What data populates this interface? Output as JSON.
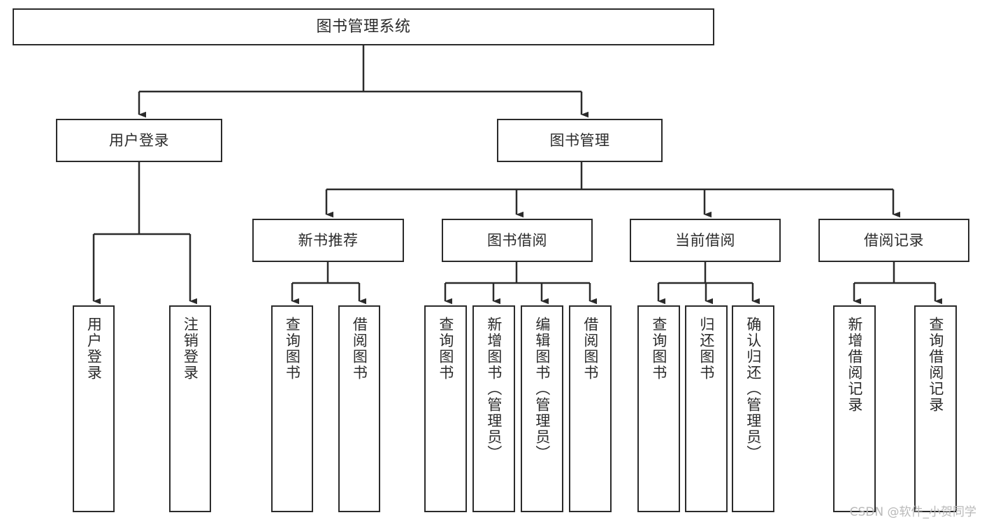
{
  "diagram": {
    "title": "图书管理系统",
    "type": "tree-hierarchy-chart",
    "root": {
      "label": "图书管理系统"
    },
    "level2": [
      {
        "label": "用户登录"
      },
      {
        "label": "图书管理"
      }
    ],
    "level3": [
      {
        "label": "新书推荐"
      },
      {
        "label": "图书借阅"
      },
      {
        "label": "当前借阅"
      },
      {
        "label": "借阅记录"
      }
    ],
    "leaves": {
      "user_login": [
        {
          "label": "用户登录"
        },
        {
          "label": "注销登录"
        }
      ],
      "new_book_recommend": [
        {
          "label": "查询图书"
        },
        {
          "label": "借阅图书"
        }
      ],
      "book_borrow": [
        {
          "label": "查询图书"
        },
        {
          "label": "新增图书（管理员）"
        },
        {
          "label": "编辑图书（管理员）"
        },
        {
          "label": "借阅图书"
        }
      ],
      "current_borrow": [
        {
          "label": "查询图书"
        },
        {
          "label": "归还图书"
        },
        {
          "label": "确认归还（管理员）"
        }
      ],
      "borrow_record": [
        {
          "label": "新增借阅记录"
        },
        {
          "label": "查询借阅记录"
        }
      ]
    }
  },
  "watermark": {
    "text": "CSDN @软件_小贺同学"
  },
  "colors": {
    "stroke": "#2b2b2b",
    "fill": "#ffffff",
    "text": "#2b2b2b",
    "watermark": "#b9b9b9"
  }
}
